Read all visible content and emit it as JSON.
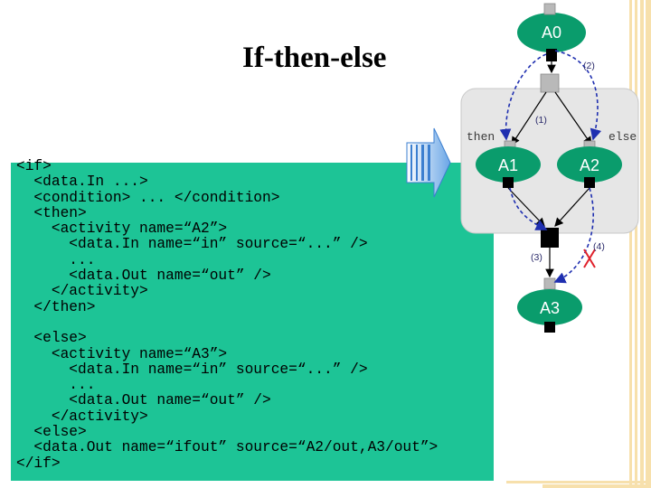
{
  "slide": {
    "title": "If-then-else",
    "code_lines": [
      "<if>",
      "  <data.In ...>",
      "  <condition> ... </condition>",
      "  <then>",
      "    <activity name=“A2”>",
      "      <data.In name=“in” source=“...” />",
      "      ...",
      "      <data.Out name=“out” />",
      "    </activity>",
      "  </then>",
      "",
      "  <else>",
      "    <activity name=“A3”>",
      "      <data.In name=“in” source=“...” />",
      "      ...",
      "      <data.Out name=“out” />",
      "    </activity>",
      "  <else>",
      "  <data.Out name=“ifout” source=“A2/out,A3/out”>",
      "</if>"
    ]
  },
  "diagram": {
    "nodes": {
      "a0": "A0",
      "a1": "A1",
      "a2": "A2",
      "a3": "A3"
    },
    "branch_labels": {
      "then": "then",
      "else": "else"
    },
    "annotations": {
      "n1": "(1)",
      "n2": "(2)",
      "n3": "(3)",
      "n4": "(4)"
    }
  },
  "colors": {
    "code_background": "#1dc496",
    "node_fill": "#0a9c6c",
    "group_fill": "#e6e6e6",
    "dashed_arrow": "#1f2fb0",
    "cross_mark": "#e0202a",
    "band": "#f2c76a"
  }
}
